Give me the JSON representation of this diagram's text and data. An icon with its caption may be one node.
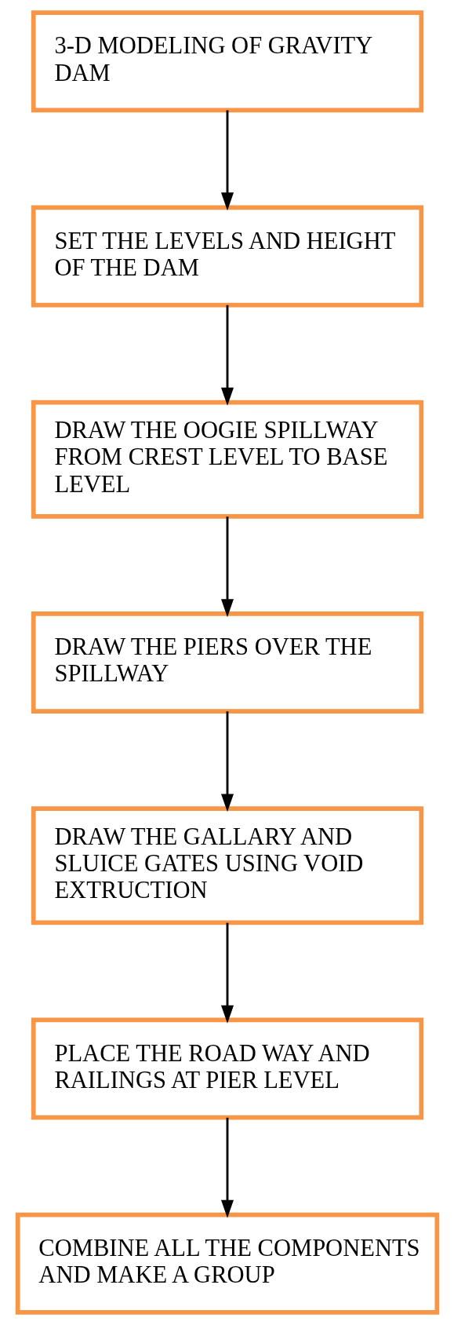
{
  "diagram": {
    "nodes": [
      {
        "text": [
          "3-D MODELING OF GRAVITY DAM"
        ]
      },
      {
        "text": [
          "SET THE LEVELS AND HEIGHT OF THE DAM"
        ]
      },
      {
        "text": [
          "DRAW THE OOGIE SPILLWAY FROM CREST LEVEL TO BASE LEVEL"
        ]
      },
      {
        "text": [
          "DRAW THE PIERS OVER THE SPILLWAY"
        ]
      },
      {
        "text": [
          "DRAW THE GALLARY AND SLUICE GATES USING VOID EXTRUCTION"
        ]
      },
      {
        "text": [
          "PLACE THE ROAD WAY AND RAILINGS AT PIER LEVEL"
        ]
      },
      {
        "text": [
          "COMBINE ALL THE COMPONENTS AND MAKE A GROUP"
        ]
      }
    ],
    "edges": [
      {
        "from": 0,
        "to": 1,
        "arrow": "to"
      },
      {
        "from": 1,
        "to": 2,
        "arrow": "to"
      },
      {
        "from": 2,
        "to": 3,
        "arrow": "to"
      },
      {
        "from": 3,
        "to": 4,
        "arrow": "to"
      },
      {
        "from": 4,
        "to": 5,
        "arrow": "to"
      },
      {
        "from": 5,
        "to": 6,
        "arrow": "to"
      }
    ]
  }
}
